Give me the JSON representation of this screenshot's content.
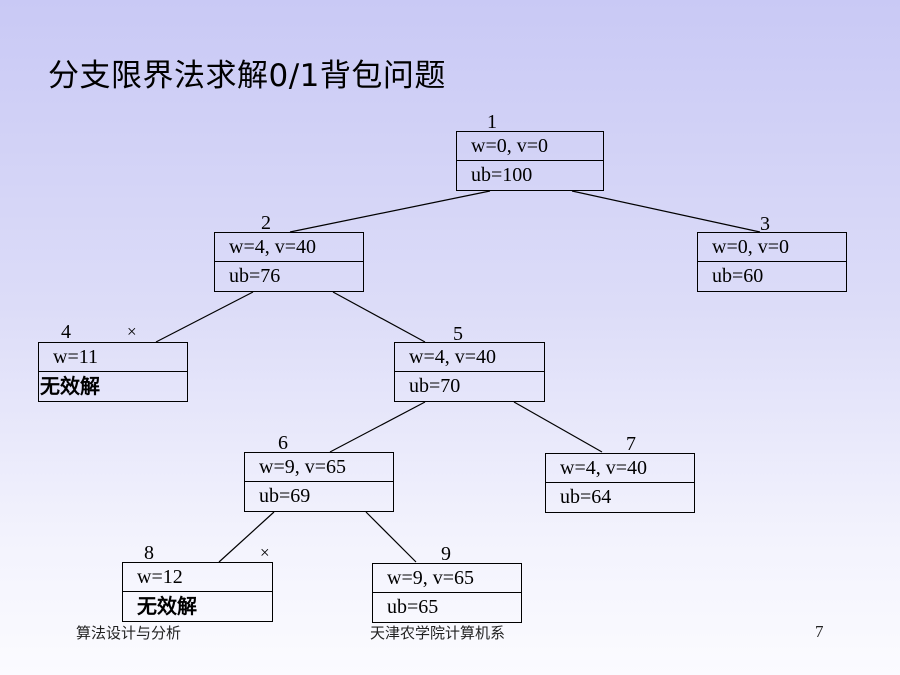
{
  "slide": {
    "title": "分支限界法求解0/1背包问题",
    "page_number": "7"
  },
  "footer": {
    "left": "算法设计与分析",
    "center": "天津农学院计算机系"
  },
  "nodes": {
    "n1": {
      "id": "1",
      "line1": "w=0, v=0",
      "line2": "ub=100"
    },
    "n2": {
      "id": "2",
      "line1": "w=4, v=40",
      "line2": "ub=76"
    },
    "n3": {
      "id": "3",
      "line1": "w=0, v=0",
      "line2": "ub=60"
    },
    "n4": {
      "id": "4",
      "line1": "w=11",
      "line2": "无效解",
      "mark": "×"
    },
    "n5": {
      "id": "5",
      "line1": "w=4, v=40",
      "line2": "ub=70"
    },
    "n6": {
      "id": "6",
      "line1": "w=9, v=65",
      "line2": "ub=69"
    },
    "n7": {
      "id": "7",
      "line1": "w=4, v=40",
      "line2": "ub=64"
    },
    "n8": {
      "id": "8",
      "line1": "w=12",
      "line2": "无效解",
      "mark": "×"
    },
    "n9": {
      "id": "9",
      "line1": "w=9, v=65",
      "line2": "ub=65"
    }
  },
  "colors": {
    "background_top": "#c9c9f5",
    "background_bottom": "#fbfbff",
    "line": "#000000"
  }
}
